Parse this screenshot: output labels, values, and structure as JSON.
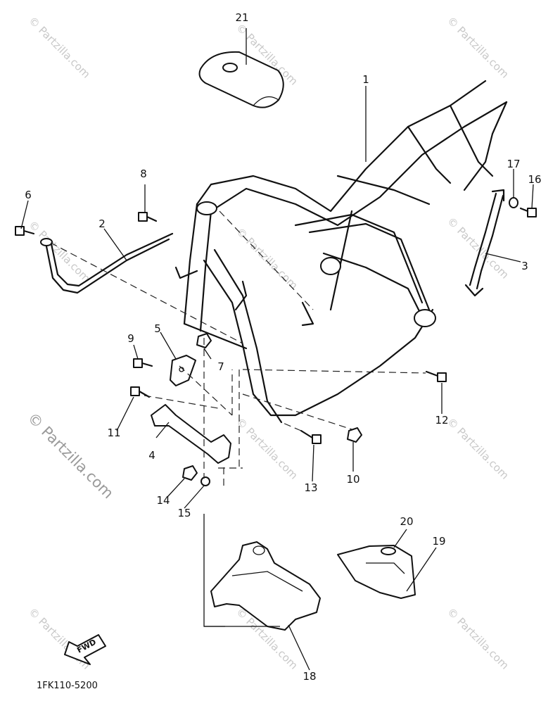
{
  "diagram": {
    "callouts": [
      "1",
      "2",
      "3",
      "4",
      "5",
      "6",
      "7",
      "8",
      "9",
      "10",
      "11",
      "12",
      "13",
      "14",
      "15",
      "16",
      "17",
      "18",
      "19",
      "20",
      "21"
    ],
    "watermark": "© Partzilla.com",
    "part_code": "1FK110-5200",
    "fwd_label": "FWD"
  }
}
